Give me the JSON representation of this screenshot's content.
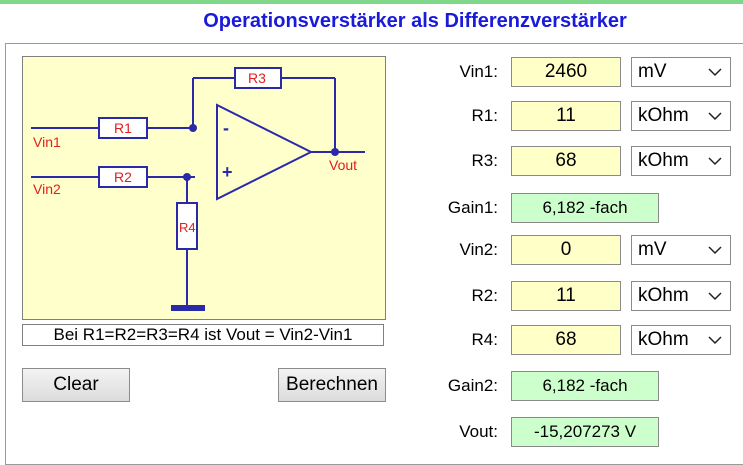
{
  "title": "Operationsverstärker als Differenzverstärker",
  "schematic": {
    "labels": {
      "r1": "R1",
      "r2": "R2",
      "r3": "R3",
      "r4": "R4",
      "vin1": "Vin1",
      "vin2": "Vin2",
      "vout": "Vout",
      "minus": "-",
      "plus": "+"
    }
  },
  "caption": "Bei R1=R2=R3=R4 ist Vout = Vin2-Vin1",
  "buttons": {
    "clear": "Clear",
    "calculate": "Berechnen"
  },
  "fields": {
    "vin1": {
      "label": "Vin1:",
      "value": "2460",
      "unit": "mV"
    },
    "r1": {
      "label": "R1:",
      "value": "11",
      "unit": "kOhm"
    },
    "r3": {
      "label": "R3:",
      "value": "68",
      "unit": "kOhm"
    },
    "gain1": {
      "label": "Gain1:",
      "value": "6,182 -fach"
    },
    "vin2": {
      "label": "Vin2:",
      "value": "0",
      "unit": "mV"
    },
    "r2": {
      "label": "R2:",
      "value": "11",
      "unit": "kOhm"
    },
    "r4": {
      "label": "R4:",
      "value": "68",
      "unit": "kOhm"
    },
    "gain2": {
      "label": "Gain2:",
      "value": "6,182 -fach"
    },
    "vout": {
      "label": "Vout:",
      "value": "-15,207273 V"
    }
  },
  "colors": {
    "title": "#1a1adb",
    "wire": "#2a2aa8",
    "component_text": "#e02020",
    "input_bg": "#ffffc8",
    "output_bg": "#ccffcc",
    "schematic_bg": "#ffffcc"
  }
}
